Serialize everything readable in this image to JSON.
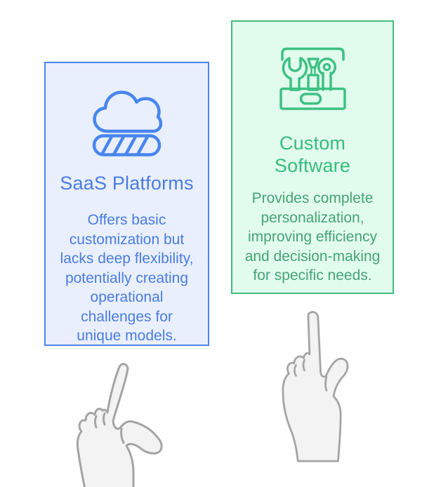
{
  "page": {
    "background": "#ffffff"
  },
  "cards": [
    {
      "id": "saas-platforms",
      "icon": "cloud-progress-icon",
      "title_lines": [
        "SaaS Platforms"
      ],
      "description_lines": [
        "Offers basic",
        "customization but",
        "lacks deep flexibility,",
        "potentially creating",
        "operational",
        "challenges for",
        "unique models."
      ],
      "colors": {
        "border": "#4a82ec",
        "background": "#e9effd",
        "title": "#4b7ce0",
        "body": "#4b7ce0",
        "icon": "#4886ef"
      }
    },
    {
      "id": "custom-software",
      "icon": "toolbox-icon",
      "title_lines": [
        "Custom",
        "Software"
      ],
      "description_lines": [
        "Provides complete",
        "personalization,",
        "improving efficiency",
        "and decision-making",
        "for specific needs."
      ],
      "colors": {
        "border": "#3dbd81",
        "background": "#e1fbed",
        "title": "#35bd7e",
        "body": "#46a376",
        "icon": "#3dc183"
      }
    }
  ],
  "hands": {
    "fill": "#f3f3f3",
    "stroke": "#a4a4a4"
  }
}
